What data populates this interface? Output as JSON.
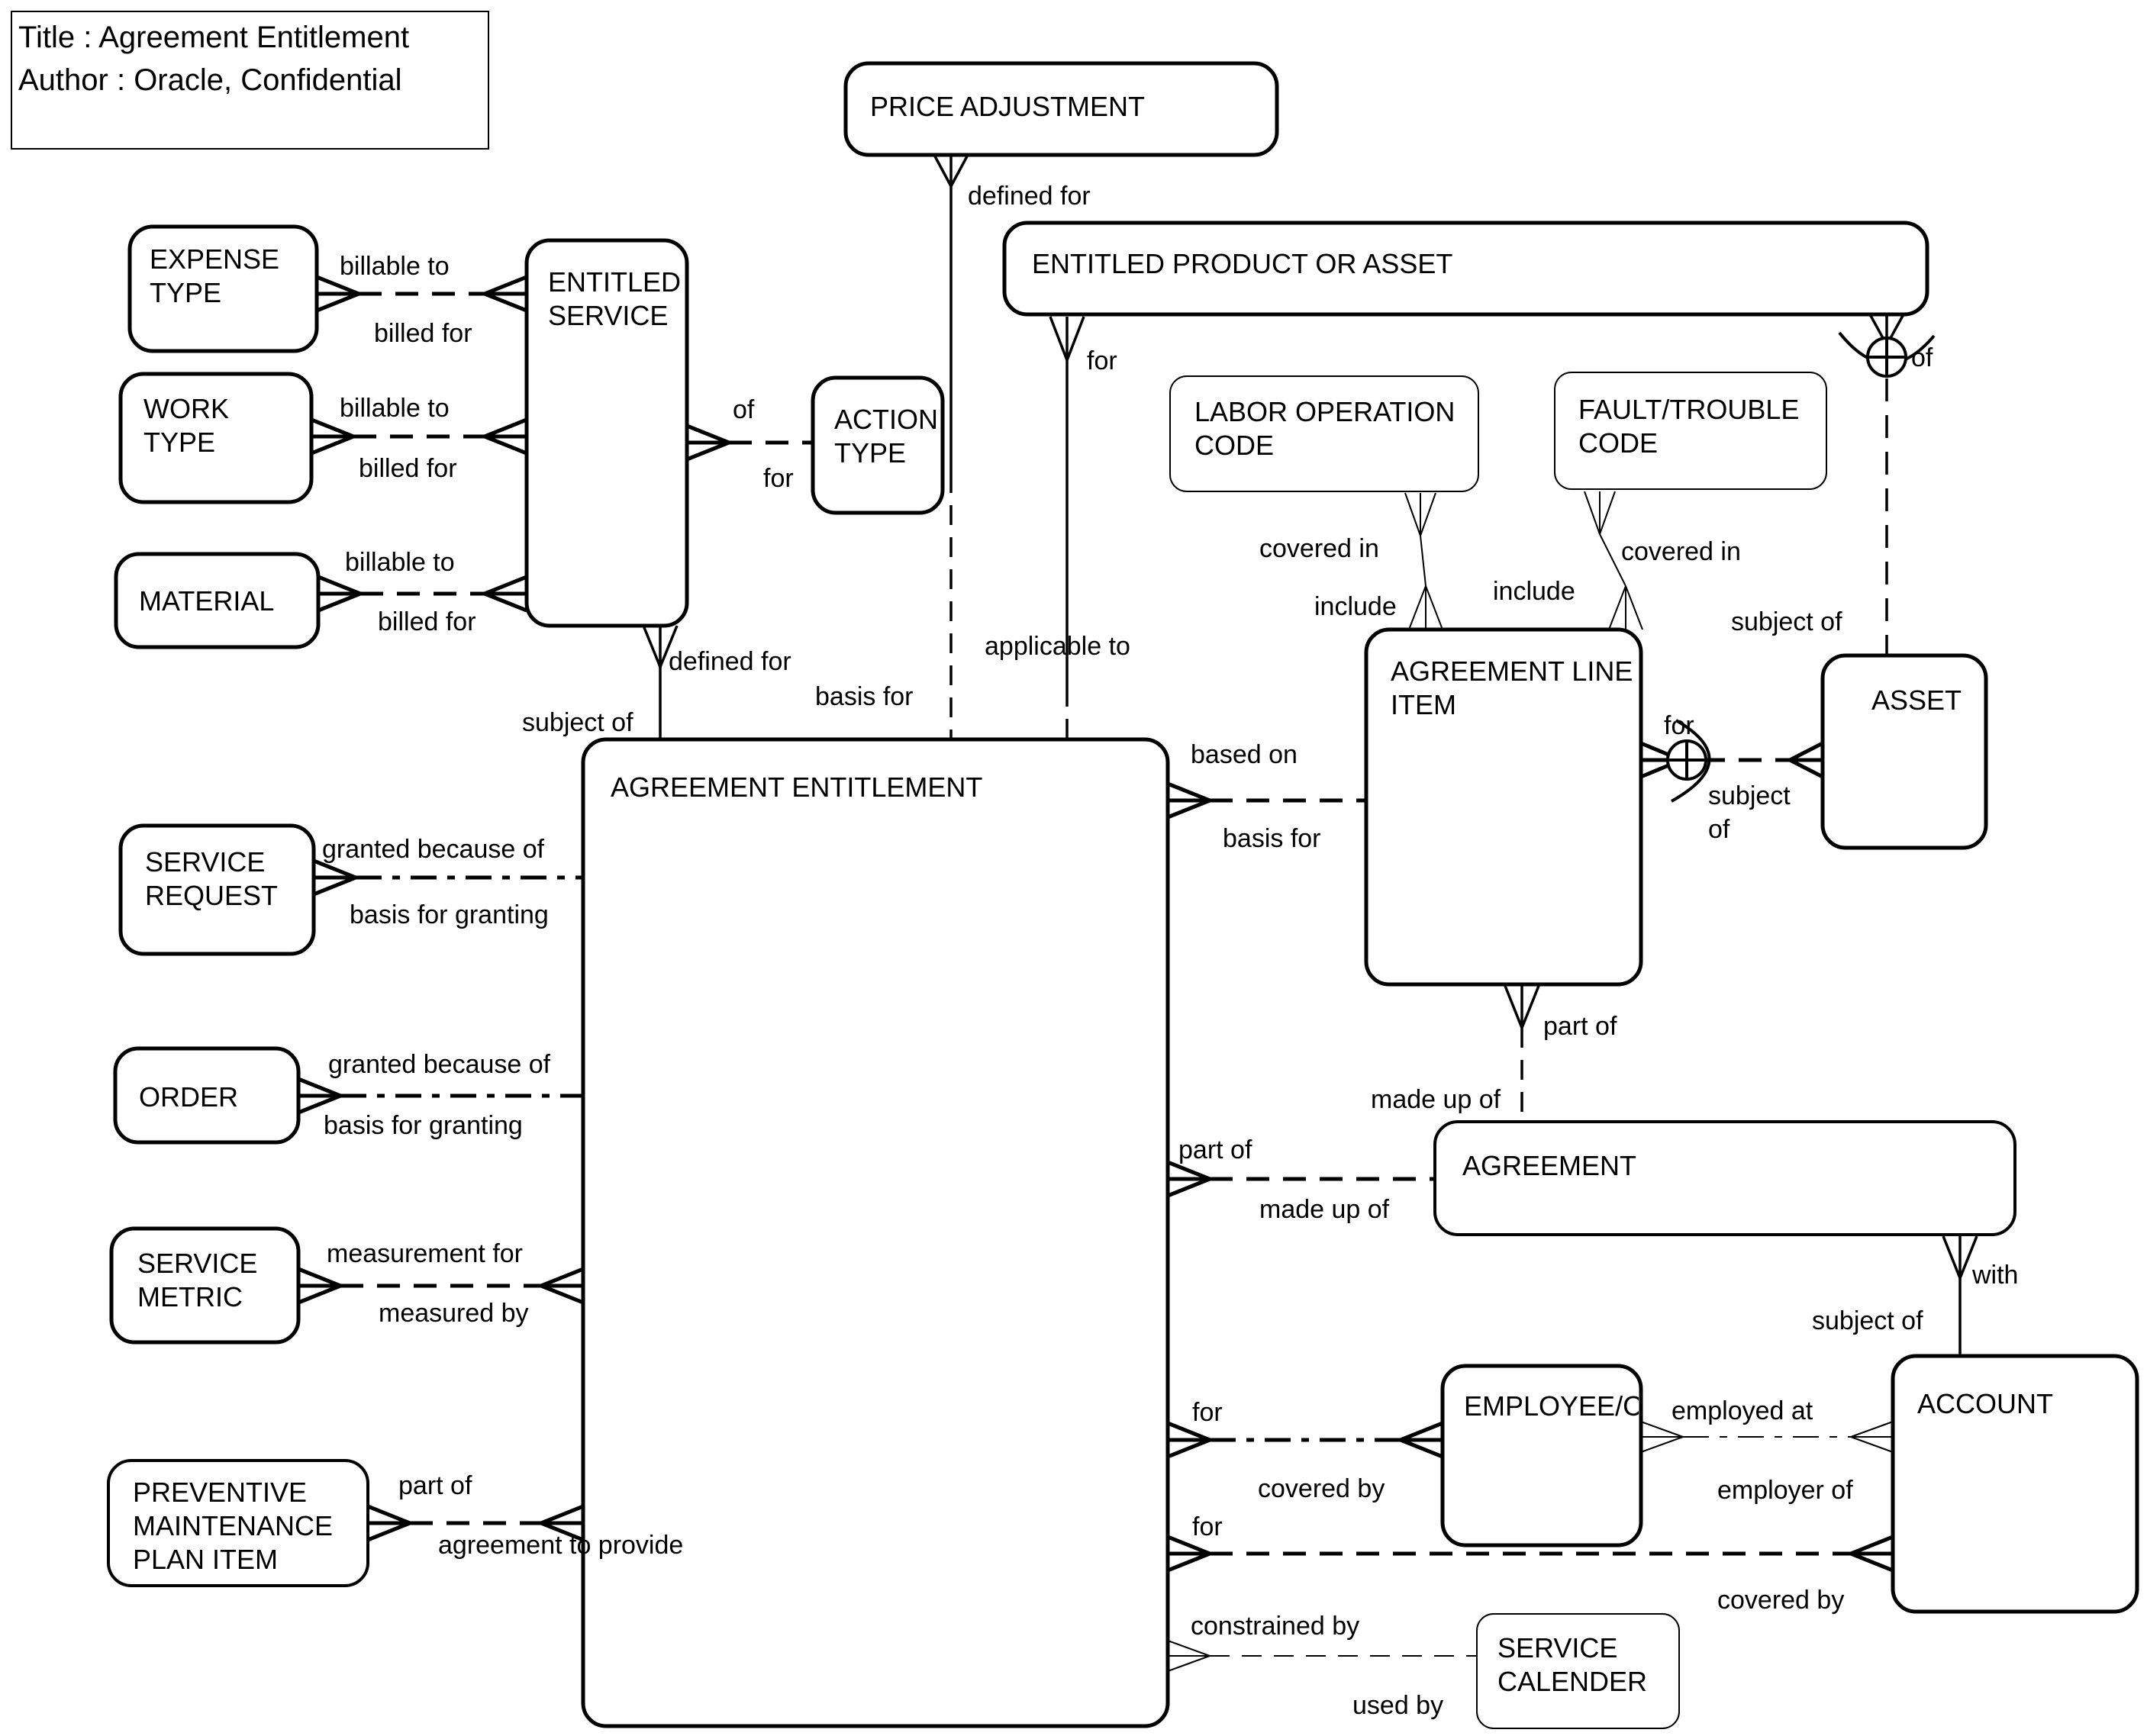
{
  "colors": {
    "ink": "#000000",
    "paper": "#ffffff"
  },
  "title_box": {
    "line1": "Title : Agreement Entitlement",
    "line2": "Author : Oracle, Confidential"
  },
  "entities": {
    "price_adjustment": {
      "line1": "PRICE ADJUSTMENT"
    },
    "expense_type": {
      "line1": "EXPENSE",
      "line2": "TYPE"
    },
    "work_type": {
      "line1": "WORK",
      "line2": "TYPE"
    },
    "material": {
      "line1": "MATERIAL"
    },
    "entitled_service": {
      "line1": "ENTITLED",
      "line2": "SERVICE"
    },
    "action_type": {
      "line1": "ACTION",
      "line2": "TYPE"
    },
    "entitled_product_or_asset": {
      "line1": "ENTITLED PRODUCT OR ASSET"
    },
    "labor_operation_code": {
      "line1": "LABOR OPERATION",
      "line2": "CODE"
    },
    "fault_trouble_code": {
      "line1": "FAULT/TROUBLE",
      "line2": "CODE"
    },
    "agreement_line_item": {
      "line1": "AGREEMENT LINE",
      "line2": "ITEM"
    },
    "asset": {
      "line1": "ASSET"
    },
    "agreement_entitlement": {
      "line1": "AGREEMENT ENTITLEMENT"
    },
    "service_request": {
      "line1": "SERVICE",
      "line2": "REQUEST"
    },
    "order": {
      "line1": "ORDER"
    },
    "service_metric": {
      "line1": "SERVICE",
      "line2": "METRIC"
    },
    "preventive_maintenance_plan_item": {
      "line1": "PREVENTIVE",
      "line2": "MAINTENANCE",
      "line3": "PLAN ITEM"
    },
    "agreement": {
      "line1": "AGREEMENT"
    },
    "employee": {
      "line1": "EMPLOYEE/C"
    },
    "account": {
      "line1": "ACCOUNT"
    },
    "service_calender": {
      "line1": "SERVICE",
      "line2": "CALENDER"
    }
  },
  "relationships": {
    "defined_for_pa": "defined for",
    "billable_to_1": "billable to",
    "billed_for_1": "billed for",
    "billable_to_2": "billable to",
    "billed_for_2": "billed for",
    "billable_to_3": "billable to",
    "billed_for_3": "billed for",
    "of_action_type": "of",
    "for_action_type": "for",
    "for_epoa": "for",
    "applicable_to": "applicable to",
    "basis_for_pa": "basis for",
    "defined_for_es": "defined for",
    "subject_of_es": "subject of",
    "covered_in_loc": "covered in",
    "include_loc": "include",
    "covered_in_ftc": "covered in",
    "include_ftc": "include",
    "of_asset_top": "of",
    "subject_of_asset_top": "subject of",
    "based_on": "based on",
    "basis_for_ali": "basis for",
    "for_ali_asset": "for",
    "subject_ali_asset_line1": "subject",
    "subject_ali_asset_line2": "of",
    "part_of_ali": "part of",
    "made_up_of_ali": "made up of",
    "part_of_ae": "part of",
    "made_up_of_ae": "made up of",
    "with_account": "with",
    "subject_of_account": "subject of",
    "granted_because_of_sr": "granted because of",
    "basis_for_granting_sr": "basis for granting",
    "granted_because_of_order": "granted because of",
    "basis_for_granting_order": "basis for granting",
    "measurement_for": "measurement for",
    "measured_by": "measured by",
    "part_of_pmpi": "part of",
    "agreement_to_provide": "agreement to provide",
    "for_employee": "for",
    "covered_by_employee": "covered by",
    "employed_at": "employed at",
    "employer_of": "employer of",
    "for_account": "for",
    "covered_by_account": "covered by",
    "constrained_by": "constrained by",
    "used_by": "used by"
  }
}
